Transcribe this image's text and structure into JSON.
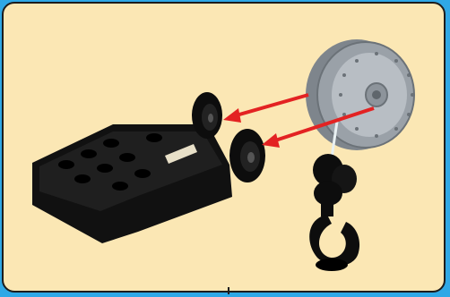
{
  "colors": {
    "page_background": "#2fa8e6",
    "panel_background": "#fbe7b4",
    "panel_border": "#1c1c1c",
    "plate": "#111111",
    "pulley": "#9aa1a8",
    "pulley_face": "#b8bec4",
    "arrow": "#e32222"
  },
  "icons": [
    "base-plate",
    "wheel",
    "pulley",
    "hook",
    "insert-arrow"
  ]
}
